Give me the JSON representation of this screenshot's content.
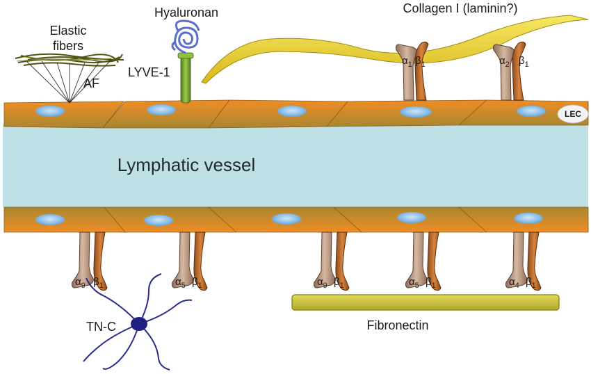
{
  "labels": {
    "vessel": "Lymphatic vessel",
    "elastic_fibers_line1": "Elastic",
    "elastic_fibers_line2": "fibers",
    "af": "AF",
    "hyaluronan": "Hyaluronan",
    "lyve1": "LYVE-1",
    "collagen": "Collagen I (laminin?)",
    "lec": "LEC",
    "tnc": "TN-C",
    "fibronectin": "Fibronectin"
  },
  "integrins": {
    "top": [
      {
        "alpha": "α",
        "alpha_sub": "1",
        "beta": "β",
        "beta_sub": "1"
      },
      {
        "alpha": "α",
        "alpha_sub": "2",
        "beta": "β",
        "beta_sub": "1"
      }
    ],
    "bottom": [
      {
        "alpha": "α",
        "alpha_sub": "9",
        "beta": "β",
        "beta_sub": "1"
      },
      {
        "alpha": "α",
        "alpha_sub": "5",
        "beta": "β",
        "beta_sub": "1"
      },
      {
        "alpha": "α",
        "alpha_sub": "9",
        "beta": "β",
        "beta_sub": "1"
      },
      {
        "alpha": "α",
        "alpha_sub": "5",
        "beta": "β",
        "beta_sub": "1"
      },
      {
        "alpha": "α",
        "alpha_sub": "4",
        "beta": "β",
        "beta_sub": "1"
      }
    ]
  },
  "colors": {
    "lumen": "#bfe0e4",
    "cell_orange": "#e88a2a",
    "cell_olive": "#b58a2c",
    "nucleus": "#7eb6e6",
    "collagen": "#f1dc3a",
    "fibronectin": "#c9c23a",
    "lyve1": "#6c9a2c",
    "hyaluronan": "#5b6fc9",
    "alpha_chain": "#b39079",
    "beta_chain": "#b5642a",
    "tnc": "#20207e",
    "elastic": "#5a5a1c"
  }
}
